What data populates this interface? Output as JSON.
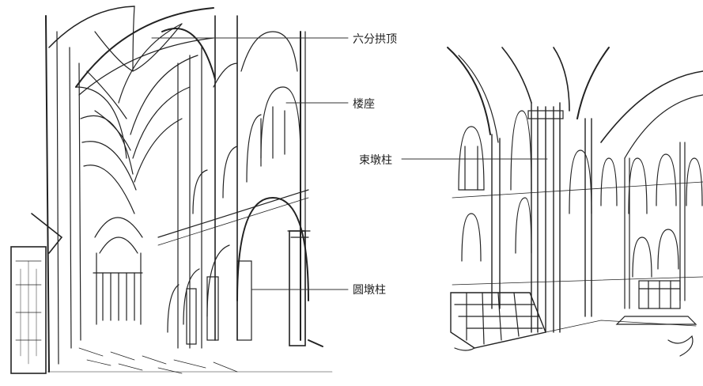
{
  "labels": {
    "sexpartite_vault": "六分拱顶",
    "tribune": "楼座",
    "clustered_pier": "束墩柱",
    "round_pier": "圆墩柱"
  },
  "colors": {
    "ink": "#222222",
    "background": "#ffffff"
  }
}
